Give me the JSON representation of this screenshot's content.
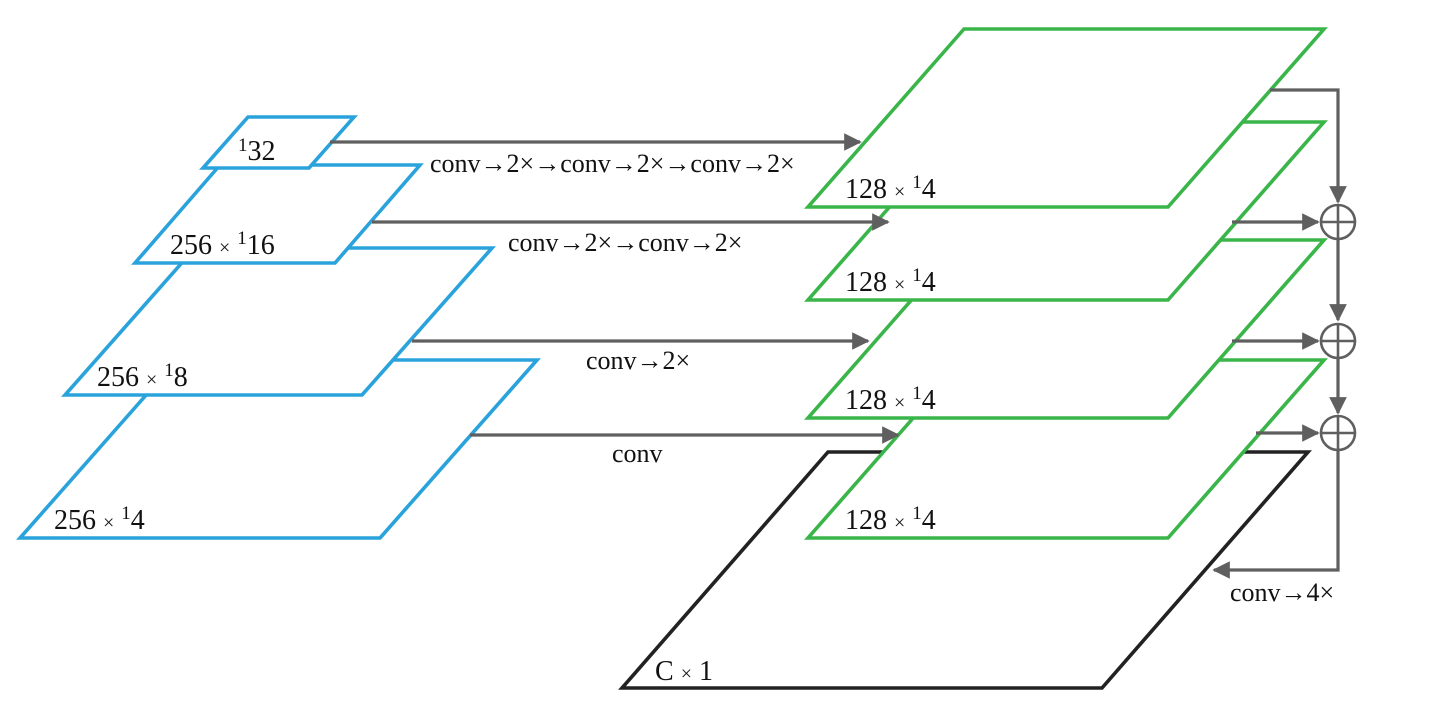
{
  "colors": {
    "backbone": "#2aa3dc",
    "feature": "#3ab54a",
    "output": "#222222",
    "arrow": "#5f5f5f"
  },
  "backbone_levels": [
    {
      "id": "p32",
      "channels": "",
      "frac_num": "1",
      "frac_den": "32"
    },
    {
      "id": "p16",
      "channels": "256",
      "frac_num": "1",
      "frac_den": "16"
    },
    {
      "id": "p8",
      "channels": "256",
      "frac_num": "1",
      "frac_den": "8"
    },
    {
      "id": "p4",
      "channels": "256",
      "frac_num": "1",
      "frac_den": "4"
    }
  ],
  "feature_levels": [
    {
      "channels": "128",
      "frac_num": "1",
      "frac_den": "4"
    },
    {
      "channels": "128",
      "frac_num": "1",
      "frac_den": "4"
    },
    {
      "channels": "128",
      "frac_num": "1",
      "frac_den": "4"
    },
    {
      "channels": "128",
      "frac_num": "1",
      "frac_den": "4"
    }
  ],
  "times_symbol": "×",
  "operations": [
    "conv→2×→conv→2×→conv→2×",
    "conv→2×→conv→2×",
    "conv→2×",
    "conv"
  ],
  "final_op": "conv→4×",
  "output": {
    "channels": "C",
    "scale": "1"
  }
}
